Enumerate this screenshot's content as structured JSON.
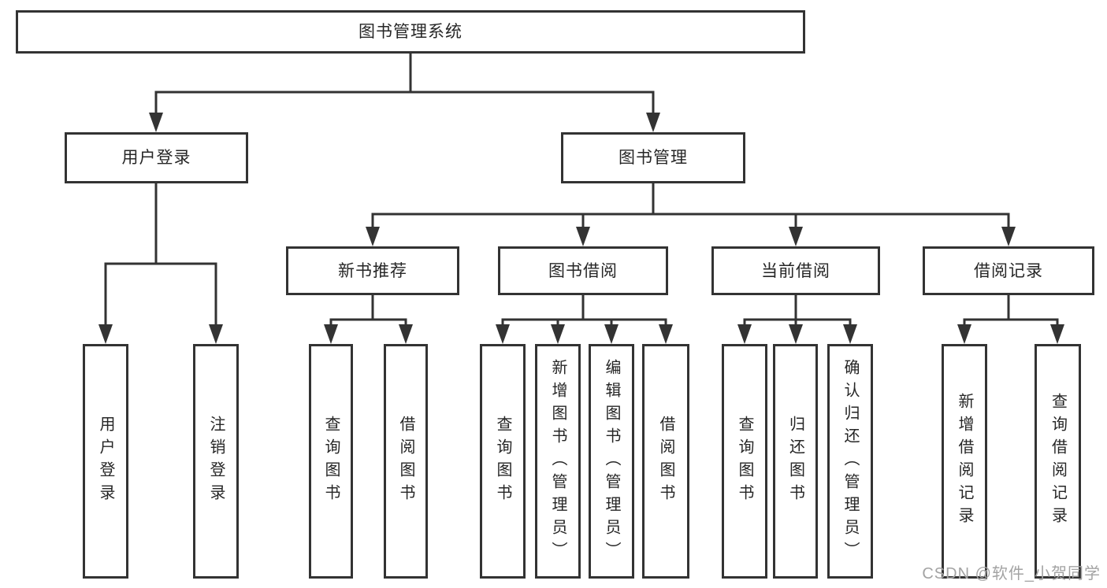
{
  "diagram": {
    "root": {
      "label": "图书管理系统"
    },
    "level2": [
      {
        "label": "用户登录"
      },
      {
        "label": "图书管理"
      }
    ],
    "level3": [
      {
        "label": "新书推荐"
      },
      {
        "label": "图书借阅"
      },
      {
        "label": "当前借阅"
      },
      {
        "label": "借阅记录"
      }
    ],
    "leaves": {
      "user_login": [
        "用户登录",
        "注销登录"
      ],
      "new_book": [
        "查询图书",
        "借阅图书"
      ],
      "book_borrow": [
        "查询图书",
        "新增图书（管理员）",
        "编辑图书（管理员）",
        "借阅图书"
      ],
      "current_borrow": [
        "查询图书",
        "归还图书",
        "确认归还（管理员）"
      ],
      "borrow_record": [
        "新增借阅记录",
        "查询借阅记录"
      ]
    },
    "colors": {
      "line": "#333333",
      "text": "#262626",
      "box_bg": "#ffffff",
      "watermark": "#a3a3a3"
    },
    "watermark": "CSDN @软件_小贺同学"
  }
}
